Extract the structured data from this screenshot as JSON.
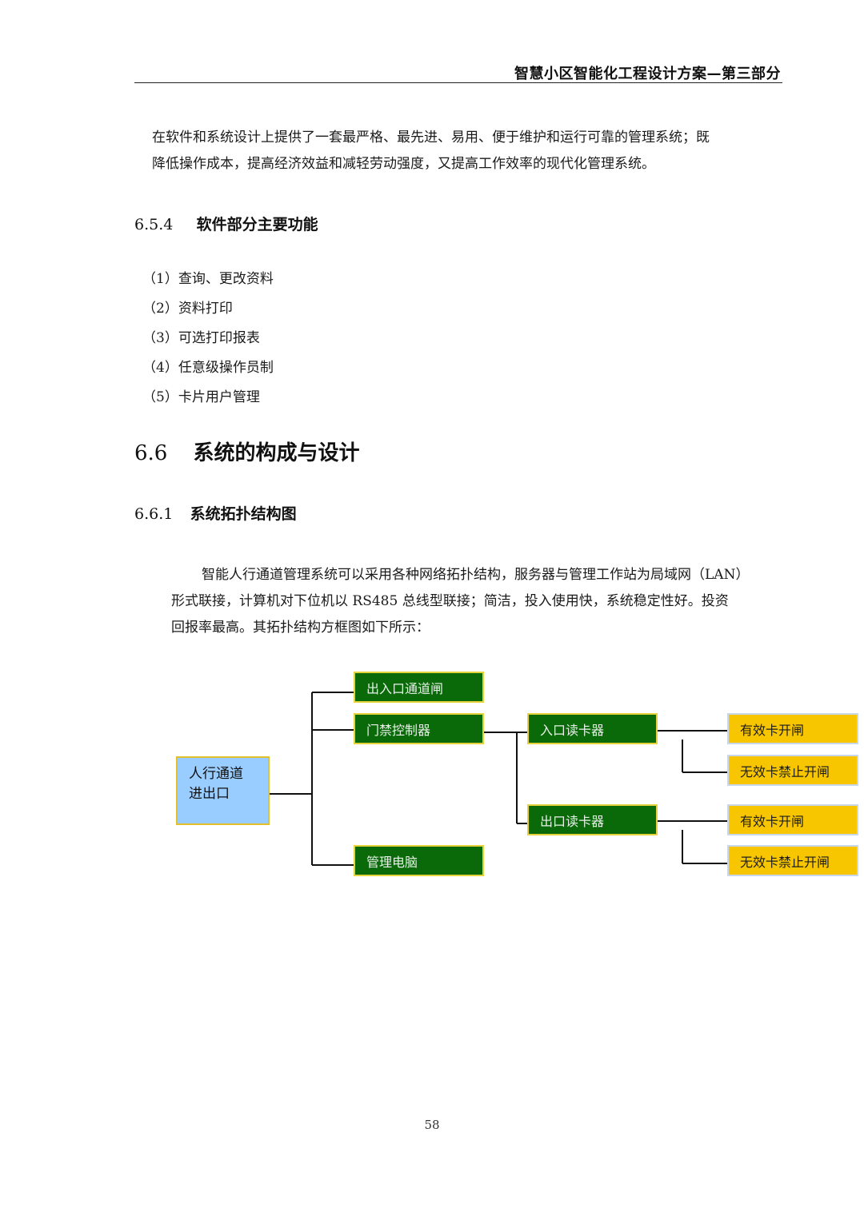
{
  "header": {
    "title": "智慧小区智能化工程设计方案—第三部分"
  },
  "intro": {
    "lines": [
      "在软件和系统设计上提供了一套最严格、最先进、易用、便于维护和运行可靠的管理系统；既",
      "降低操作成本，提高经济效益和减轻劳动强度，又提高工作效率的现代化管理系统。"
    ]
  },
  "section_654": {
    "number": "6.5.4",
    "title": "软件部分主要功能"
  },
  "functions": [
    "（1）查询、更改资料",
    "（2）资料打印",
    "（3）可选打印报表",
    "（4）任意级操作员制",
    "（5）卡片用户管理"
  ],
  "section_66": {
    "number": "6.6",
    "title": "系统的构成与设计"
  },
  "section_661": {
    "number": "6.6.1",
    "title": "系统拓扑结构图"
  },
  "topology_text": {
    "lines": [
      "智能人行通道管理系统可以采用各种网络拓扑结构，服务器与管理工作站为局域网（LAN）",
      "形式联接，计算机对下位机以 RS485 总线型联接；简洁，投入使用快，系统稳定性好。投资",
      "回报率最高。其拓扑结构方框图如下所示："
    ]
  },
  "diagram": {
    "root": [
      "人行通道",
      "进出口"
    ],
    "level1": [
      "出入口通道闸",
      "门禁控制器",
      "管理电脑"
    ],
    "readers": [
      "入口读卡器",
      "出口读卡器"
    ],
    "entry_results": [
      "有效卡开闸",
      "无效卡禁止开闸"
    ],
    "exit_results": [
      "有效卡开闸",
      "无效卡禁止开闸"
    ],
    "colors": {
      "green": "#0a6a0a",
      "yellow": "#f7c600",
      "blue": "#99ccff",
      "line": "#111111"
    }
  },
  "footer": {
    "page_number": "58"
  }
}
